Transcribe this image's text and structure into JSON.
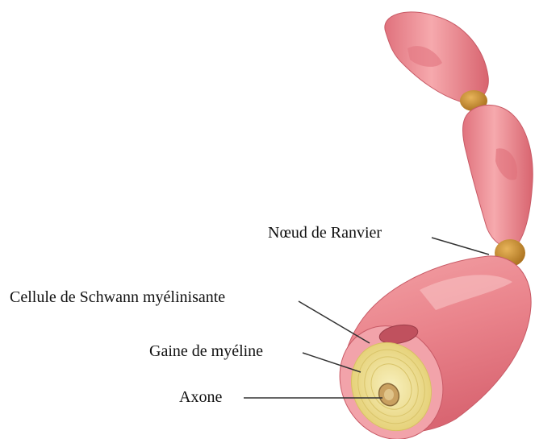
{
  "labels": {
    "node_of_ranvier": "Nœud de Ranvier",
    "schwann_cell": "Cellule de Schwann myélinisante",
    "myelin_sheath": "Gaine de myéline",
    "axon": "Axone"
  },
  "colors": {
    "schwann_cell": "#e9818b",
    "schwann_light": "#f6b4b6",
    "node": "#c9902e",
    "myelin_layers": "#f1e49a",
    "leader_line": "#333333",
    "background": "#ffffff"
  }
}
